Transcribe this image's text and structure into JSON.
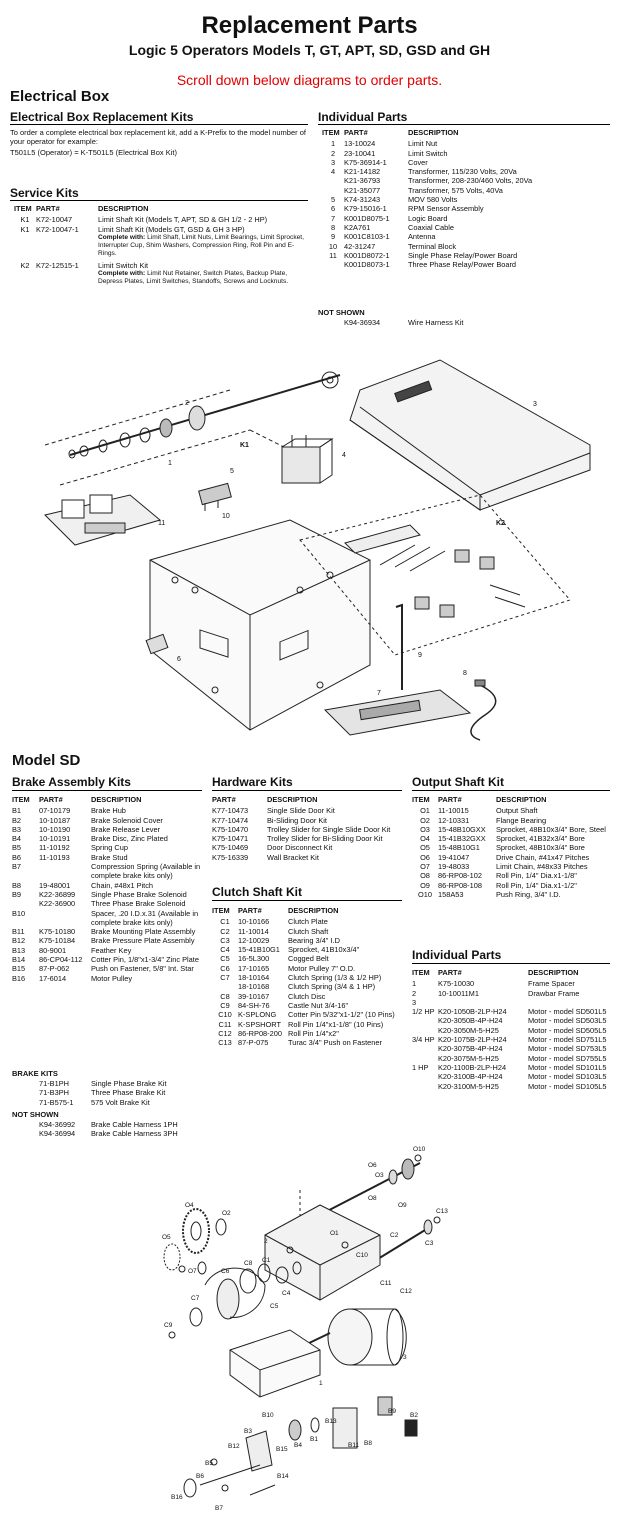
{
  "header": {
    "title": "Replacement Parts",
    "subtitle": "Logic 5 Operators Models T, GT, APT, SD, GSD and GH",
    "notice": "Scroll down below diagrams to order parts."
  },
  "electrical_box": {
    "heading": "Electrical Box",
    "replacement_kits": {
      "heading": "Electrical Box Replacement Kits",
      "text": "To order a complete electrical box replacement kit, add a K-Prefix to the model number of your operator for example:",
      "example": "T501L5 (Operator) = K-T501L5 (Electrical Box Kit)"
    },
    "service_kits": {
      "heading": "Service Kits",
      "columns": [
        "ITEM",
        "PART#",
        "DESCRIPTION"
      ],
      "rows": [
        {
          "item": "K1",
          "part": "K72-10047",
          "desc": "Limit Shaft Kit (Models T, APT, SD & GH 1/2 - 2 HP)",
          "sub": ""
        },
        {
          "item": "K1",
          "part": "K72-10047-1",
          "desc": "Limit Shaft Kit (Models GT, GSD & GH 3 HP)",
          "sub_label": "Complete with:",
          "sub": "Limit Shaft, Limit Nuts, Limit Bearings, Limit Sprocket, Interrupter Cup, Shim Washers, Compression Ring, Roll Pin and E-Rings."
        },
        {
          "item": "K2",
          "part": "K72-12515-1",
          "desc": "Limit Switch Kit",
          "sub_label": "Complete with:",
          "sub": "Limit Nut Retainer, Switch Plates, Backup Plate, Depress Plates, Limit Switches, Standoffs, Screws and Locknuts."
        }
      ]
    },
    "individual_parts": {
      "heading": "Individual Parts",
      "columns": [
        "ITEM",
        "PART#",
        "DESCRIPTION"
      ],
      "rows": [
        {
          "item": "1",
          "part": "13-10024",
          "desc": "Limit Nut"
        },
        {
          "item": "2",
          "part": "23-10041",
          "desc": "Limit Switch"
        },
        {
          "item": "3",
          "part": "K75-36914-1",
          "desc": "Cover"
        },
        {
          "item": "4",
          "part": "K21-14182",
          "desc": "Transformer, 115/230 Volts, 20Va"
        },
        {
          "item": "",
          "part": "K21-36793",
          "desc": "Transformer, 208-230/460 Volts, 20Va"
        },
        {
          "item": "",
          "part": "K21-35077",
          "desc": "Transformer, 575 Volts, 40Va"
        },
        {
          "item": "5",
          "part": "K74-31243",
          "desc": "MOV 580 Volts"
        },
        {
          "item": "6",
          "part": "K79-15016-1",
          "desc": "RPM Sensor Assembly"
        },
        {
          "item": "7",
          "part": "K001D8075-1",
          "desc": "Logic Board"
        },
        {
          "item": "8",
          "part": "K2A761",
          "desc": "Coaxial Cable"
        },
        {
          "item": "9",
          "part": "K001C8103-1",
          "desc": "Antenna"
        },
        {
          "item": "10",
          "part": "42-31247",
          "desc": "Terminal Block"
        },
        {
          "item": "11",
          "part": "K001D8072-1",
          "desc": "Single Phase Relay/Power Board"
        },
        {
          "item": "",
          "part": "K001D8073-1",
          "desc": "Three Phase Relay/Power Board"
        }
      ],
      "not_shown_label": "NOT SHOWN",
      "not_shown": [
        {
          "part": "K94-36934",
          "desc": "Wire Harness Kit"
        }
      ]
    },
    "diagram_labels": [
      "1",
      "2",
      "3",
      "4",
      "5",
      "6",
      "7",
      "8",
      "9",
      "10",
      "11",
      "K1",
      "K2"
    ]
  },
  "model_sd": {
    "heading": "Model SD",
    "brake_kits": {
      "heading": "Brake Assembly Kits",
      "columns": [
        "ITEM",
        "PART#",
        "DESCRIPTION"
      ],
      "rows": [
        {
          "item": "B1",
          "part": "07-10179",
          "desc": "Brake Hub"
        },
        {
          "item": "B2",
          "part": "10-10187",
          "desc": "Brake Solenoid Cover"
        },
        {
          "item": "B3",
          "part": "10-10190",
          "desc": "Brake Release Lever"
        },
        {
          "item": "B4",
          "part": "10-10191",
          "desc": "Brake Disc, Zinc Plated"
        },
        {
          "item": "B5",
          "part": "11-10192",
          "desc": "Spring Cup"
        },
        {
          "item": "B6",
          "part": "11-10193",
          "desc": "Brake Stud"
        },
        {
          "item": "B7",
          "part": "",
          "desc": "Compression Spring (Available in complete brake kits only)"
        },
        {
          "item": "B8",
          "part": "19-48001",
          "desc": "Chain, #48x1 Pitch"
        },
        {
          "item": "B9",
          "part": "K22-36899",
          "desc": "Single Phase Brake Solenoid"
        },
        {
          "item": "",
          "part": "K22-36900",
          "desc": "Three Phase Brake Solenoid"
        },
        {
          "item": "B10",
          "part": "",
          "desc": "Spacer, .20 I.D.x.31 (Available in complete brake kits only)"
        },
        {
          "item": "B11",
          "part": "K75-10180",
          "desc": "Brake Mounting Plate Assembly"
        },
        {
          "item": "B12",
          "part": "K75-10184",
          "desc": "Brake Pressure Plate Assembly"
        },
        {
          "item": "B13",
          "part": "80-9001",
          "desc": "Feather Key"
        },
        {
          "item": "B14",
          "part": "86-CP04-112",
          "desc": "Cotter Pin, 1/8\"x1-3/4\" Zinc Plate"
        },
        {
          "item": "B15",
          "part": "87-P-062",
          "desc": "Push on Fastener, 5/8\" Int. Star"
        },
        {
          "item": "B16",
          "part": "17-6014",
          "desc": "Motor Pulley"
        }
      ],
      "kits_label": "BRAKE KITS",
      "kits": [
        {
          "part": "71-B1PH",
          "desc": "Single Phase Brake Kit"
        },
        {
          "part": "71-B3PH",
          "desc": "Three Phase Brake Kit"
        },
        {
          "part": "71-B575-1",
          "desc": "575 Volt Brake Kit"
        }
      ],
      "not_shown_label": "NOT SHOWN",
      "not_shown": [
        {
          "part": "K94-36992",
          "desc": "Brake Cable Harness 1PH"
        },
        {
          "part": "K94-36994",
          "desc": "Brake Cable Harness 3PH"
        }
      ]
    },
    "hardware_kits": {
      "heading": "Hardware Kits",
      "columns": [
        "PART#",
        "DESCRIPTION"
      ],
      "rows": [
        {
          "part": "K77-10473",
          "desc": "Single Slide Door Kit"
        },
        {
          "part": "K77-10474",
          "desc": "Bi-Sliding Door Kit"
        },
        {
          "part": "K75-10470",
          "desc": "Trolley Slider for Single Slide Door Kit"
        },
        {
          "part": "K75-10471",
          "desc": "Trolley Slider for Bi-Sliding Door Kit"
        },
        {
          "part": "K75-10469",
          "desc": "Door Disconnect Kit"
        },
        {
          "part": "K75-16339",
          "desc": "Wall Bracket Kit"
        }
      ]
    },
    "clutch_shaft_kit": {
      "heading": "Clutch Shaft Kit",
      "columns": [
        "ITEM",
        "PART#",
        "DESCRIPTION"
      ],
      "rows": [
        {
          "item": "C1",
          "part": "10-10166",
          "desc": "Clutch Plate"
        },
        {
          "item": "C2",
          "part": "11-10014",
          "desc": "Clutch Shaft"
        },
        {
          "item": "C3",
          "part": "12-10029",
          "desc": "Bearing 3/4\" I.D"
        },
        {
          "item": "C4",
          "part": "15-41B10G1",
          "desc": "Sprocket, 41B10x3/4\""
        },
        {
          "item": "C5",
          "part": "16-5L300",
          "desc": "Cogged Belt"
        },
        {
          "item": "C6",
          "part": "17-10165",
          "desc": "Motor Pulley 7\" O.D."
        },
        {
          "item": "C7",
          "part": "18-10164",
          "desc": "Clutch Spring (1/3 & 1/2 HP)"
        },
        {
          "item": "",
          "part": "18-10168",
          "desc": "Clutch Spring (3/4 & 1 HP)"
        },
        {
          "item": "C8",
          "part": "39-10167",
          "desc": "Clutch Disc"
        },
        {
          "item": "C9",
          "part": "84-SH-76",
          "desc": "Castle Nut 3/4-16\""
        },
        {
          "item": "C10",
          "part": "K-SPLONG",
          "desc": "Cotter Pin 5/32\"x1-1/2\" (10 Pins)"
        },
        {
          "item": "C11",
          "part": "K-SPSHORT",
          "desc": "Roll Pin 1/4\"x1-1/8\" (10 Pins)"
        },
        {
          "item": "C12",
          "part": "86-RP08-200",
          "desc": "Roll Pin 1/4\"x2\""
        },
        {
          "item": "C13",
          "part": "87-P-075",
          "desc": "Turac 3/4\" Push on Fastener"
        }
      ]
    },
    "output_shaft_kit": {
      "heading": "Output Shaft Kit",
      "columns": [
        "ITEM",
        "PART#",
        "DESCRIPTION"
      ],
      "rows": [
        {
          "item": "O1",
          "part": "11-10015",
          "desc": "Output Shaft"
        },
        {
          "item": "O2",
          "part": "12-10331",
          "desc": "Flange Bearing"
        },
        {
          "item": "O3",
          "part": "15-48B10GXX",
          "desc": "Sprocket, 48B10x3/4\" Bore, Steel"
        },
        {
          "item": "O4",
          "part": "15-41B32GXX",
          "desc": "Sprocket, 41B32x3/4\" Bore"
        },
        {
          "item": "O5",
          "part": "15-48B10G1",
          "desc": "Sprocket, 48B10x3/4\" Bore"
        },
        {
          "item": "O6",
          "part": "19-41047",
          "desc": "Drive Chain, #41x47 Pitches"
        },
        {
          "item": "O7",
          "part": "19-48033",
          "desc": "Limit Chain, #48x33 Pitches"
        },
        {
          "item": "O8",
          "part": "86-RP08-102",
          "desc": "Roll Pin, 1/4\" Dia.x1-1/8\""
        },
        {
          "item": "O9",
          "part": "86-RP08-108",
          "desc": "Roll Pin, 1/4\" Dia.x1-1/2\""
        },
        {
          "item": "O10",
          "part": "158A53",
          "desc": "Push Ring, 3/4\" I.D."
        }
      ]
    },
    "individual_parts": {
      "heading": "Individual Parts",
      "columns": [
        "ITEM",
        "PART#",
        "DESCRIPTION"
      ],
      "rows": [
        {
          "item": "1",
          "part": "K75-10030",
          "desc": "Frame Spacer"
        },
        {
          "item": "2",
          "part": "10-10011M1",
          "desc": "Drawbar Frame"
        },
        {
          "item": "3",
          "part": "",
          "desc": ""
        },
        {
          "item": "1/2 HP",
          "part": "K20-1050B-2LP-H24",
          "desc": "Motor - model SD501L5"
        },
        {
          "item": "",
          "part": "K20-3050B-4P-H24",
          "desc": "Motor - model SD503L5"
        },
        {
          "item": "",
          "part": "K20-3050M-5-H25",
          "desc": "Motor - model SD505L5"
        },
        {
          "item": "3/4 HP",
          "part": "K20-1075B-2LP-H24",
          "desc": "Motor - model SD751L5"
        },
        {
          "item": "",
          "part": "K20-3075B-4P-H24",
          "desc": "Motor - model SD753L5"
        },
        {
          "item": "",
          "part": "K20-3075M-5-H25",
          "desc": "Motor - model SD755L5"
        },
        {
          "item": "1 HP",
          "part": "K20-1100B-2LP-H24",
          "desc": "Motor - model SD101L5"
        },
        {
          "item": "",
          "part": "K20-3100B-4P-H24",
          "desc": "Motor - model SD103L5"
        },
        {
          "item": "",
          "part": "K20-3100M-5-H25",
          "desc": "Motor - model SD105L5"
        }
      ]
    },
    "diagram_labels": [
      "O1",
      "O2",
      "O3",
      "O4",
      "O5",
      "O6",
      "O7",
      "O8",
      "O9",
      "O10",
      "C1",
      "C2",
      "C3",
      "C4",
      "C5",
      "C6",
      "C7",
      "C8",
      "C9",
      "C10",
      "C11",
      "C12",
      "C13",
      "B1",
      "B2",
      "B3",
      "B4",
      "B5",
      "B6",
      "B7",
      "B8",
      "B9",
      "B10",
      "B11",
      "B12",
      "B13",
      "B14",
      "B15",
      "B16",
      "1",
      "2",
      "3"
    ]
  }
}
